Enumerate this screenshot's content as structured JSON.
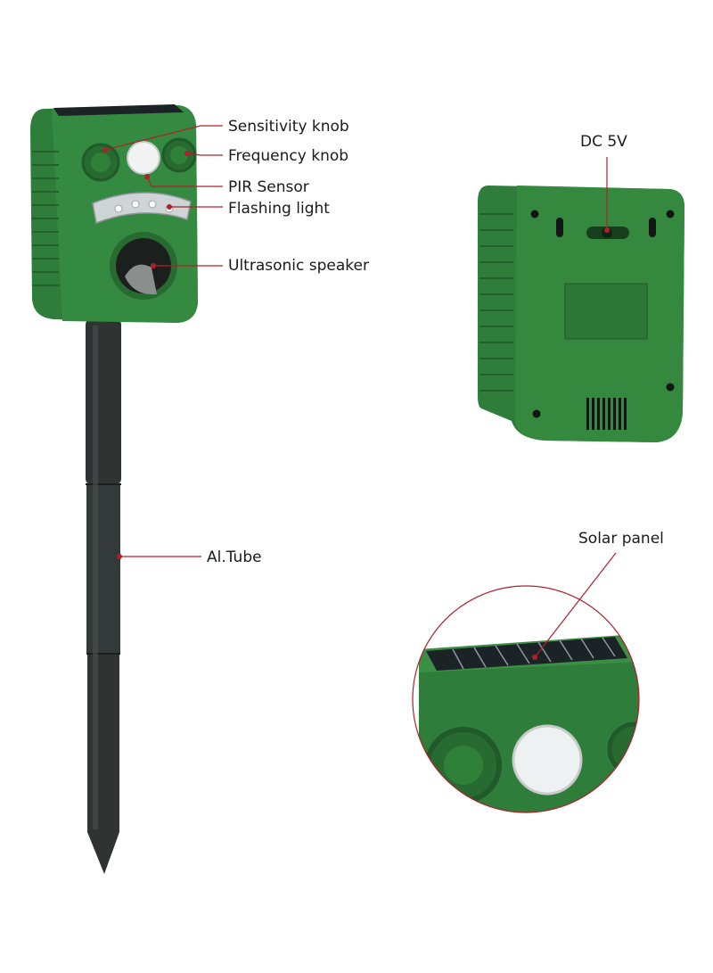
{
  "labels": {
    "sensitivity_knob": "Sensitivity knob",
    "frequency_knob": "Frequency knob",
    "pir_sensor": "PIR Sensor",
    "flashing_light": "Flashing light",
    "ultrasonic_speaker": "Ultrasonic speaker",
    "al_tube": "Al.Tube",
    "dc_5v": "DC 5V",
    "solar_panel": "Solar panel"
  },
  "colors": {
    "body_green": "#2e7d3a",
    "dark_green": "#1f5a28",
    "leader_red": "#b0202a",
    "stake": "#2f3433",
    "panel": "#1c2327"
  }
}
